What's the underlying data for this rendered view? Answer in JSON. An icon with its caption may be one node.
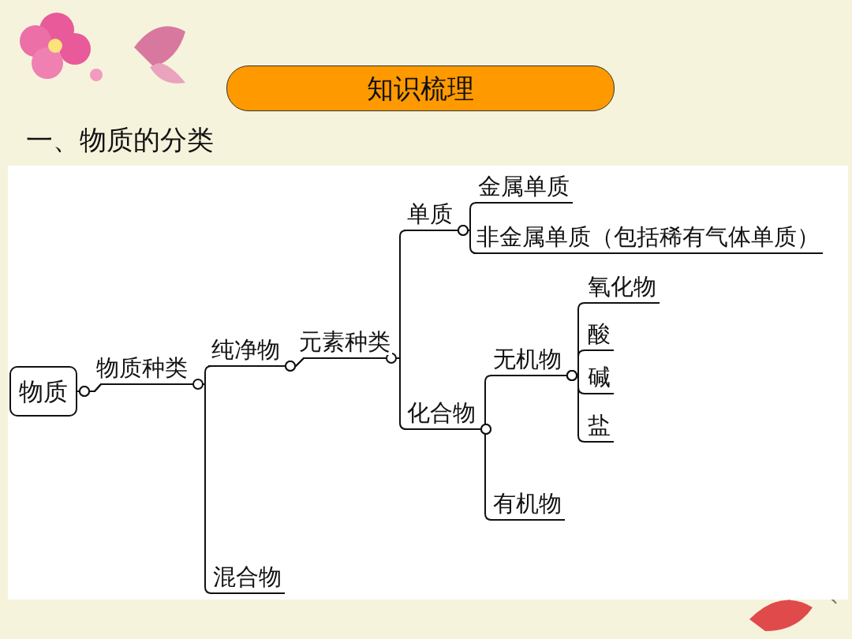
{
  "diagram": {
    "title": "知识梳理",
    "nodes": [
      {
        "text": [
          "物质"
        ]
      },
      {
        "text": [
          "纯净物"
        ]
      },
      {
        "text": [
          "混合物"
        ]
      },
      {
        "text": [
          "单质"
        ]
      },
      {
        "text": [
          "化合物"
        ]
      },
      {
        "text": [
          "金属单质"
        ]
      },
      {
        "text": [
          "非金属单质（包括稀有气体单质）"
        ]
      },
      {
        "text": [
          "无机物"
        ]
      },
      {
        "text": [
          "有机物"
        ]
      },
      {
        "text": [
          "氧化物"
        ]
      },
      {
        "text": [
          "酸"
        ]
      },
      {
        "text": [
          "碱"
        ]
      },
      {
        "text": [
          "盐"
        ]
      }
    ],
    "edges": [
      {
        "from": 0,
        "to": 1,
        "arrow": "other",
        "label": "物质种类"
      },
      {
        "from": 0,
        "to": 2,
        "arrow": "other"
      },
      {
        "from": 1,
        "to": 3,
        "arrow": "other",
        "label": "元素种类"
      },
      {
        "from": 1,
        "to": 4,
        "arrow": "other"
      },
      {
        "from": 3,
        "to": 5,
        "arrow": "other"
      },
      {
        "from": 3,
        "to": 6,
        "arrow": "other"
      },
      {
        "from": 4,
        "to": 7,
        "arrow": "other"
      },
      {
        "from": 4,
        "to": 8,
        "arrow": "other"
      },
      {
        "from": 7,
        "to": 9,
        "arrow": "other"
      },
      {
        "from": 7,
        "to": 10,
        "arrow": "other"
      },
      {
        "from": 7,
        "to": 11,
        "arrow": "other"
      },
      {
        "from": 7,
        "to": 12,
        "arrow": "other"
      }
    ],
    "labels": [
      "一、物质的分类"
    ]
  }
}
